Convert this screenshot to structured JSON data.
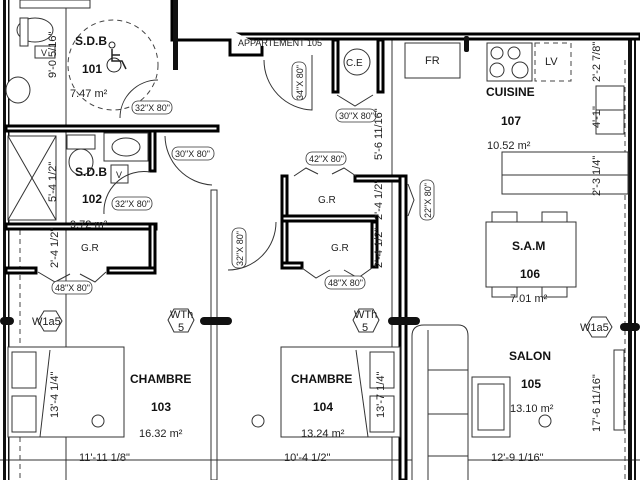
{
  "plan": {
    "apartment_label": "APPARTEMENT 105",
    "rooms": [
      {
        "name": "S.D.B",
        "number": "101",
        "area": "7.47 m²"
      },
      {
        "name": "S.D.B",
        "number": "102",
        "area": "9.72 m²"
      },
      {
        "name": "CHAMBRE",
        "number": "103",
        "area": "16.32 m²"
      },
      {
        "name": "CHAMBRE",
        "number": "104",
        "area": "13.24 m²"
      },
      {
        "name": "SALON",
        "number": "105",
        "area": "13.10 m²"
      },
      {
        "name": "S.A.M",
        "number": "106",
        "area": "7.01 m²"
      },
      {
        "name": "CUISINE",
        "number": "107",
        "area": "10.52 m²"
      }
    ],
    "closets": {
      "gr": "G.R",
      "ce": "C.E"
    },
    "appliances": {
      "fridge": "FR",
      "dishwasher": "LV",
      "vanity": "V"
    },
    "doors": [
      "32\"X 80\"",
      "34\"X 80\"",
      "30\"X 80\"",
      "32\"X 80\"",
      "30\"X 80\"",
      "42\"X 80\"",
      "22\"X 80\"",
      "32\"X 80\"",
      "48\"X 80\"",
      "48\"X 80\""
    ],
    "windows": {
      "w1a5": "W1a5",
      "wth": "WTh",
      "wth_num": "5"
    },
    "dimensions": {
      "sdb101": "9'-0 5/16\"",
      "sdb102": "5'-4 1/2\"",
      "gr_left": "2'-4 1/2\"",
      "gr_mid1": "2'-4 1/2\"",
      "gr_mid2": "2'-4 1/2\"",
      "corridor": "5'-6 11/16\"",
      "kitchen1": "2'-2 7/8\"",
      "kitchen2": "4'-1\"",
      "kitchen3": "2'-3 1/4\"",
      "ch103_h": "13'-4 1/4\"",
      "ch103_w": "11'-11 1/8\"",
      "ch104_h": "13'-7 1/4\"",
      "ch104_w": "10'-4 1/2\"",
      "salon_h": "17'-6 11/16\"",
      "salon_w": "12'-9 1/16\""
    }
  }
}
